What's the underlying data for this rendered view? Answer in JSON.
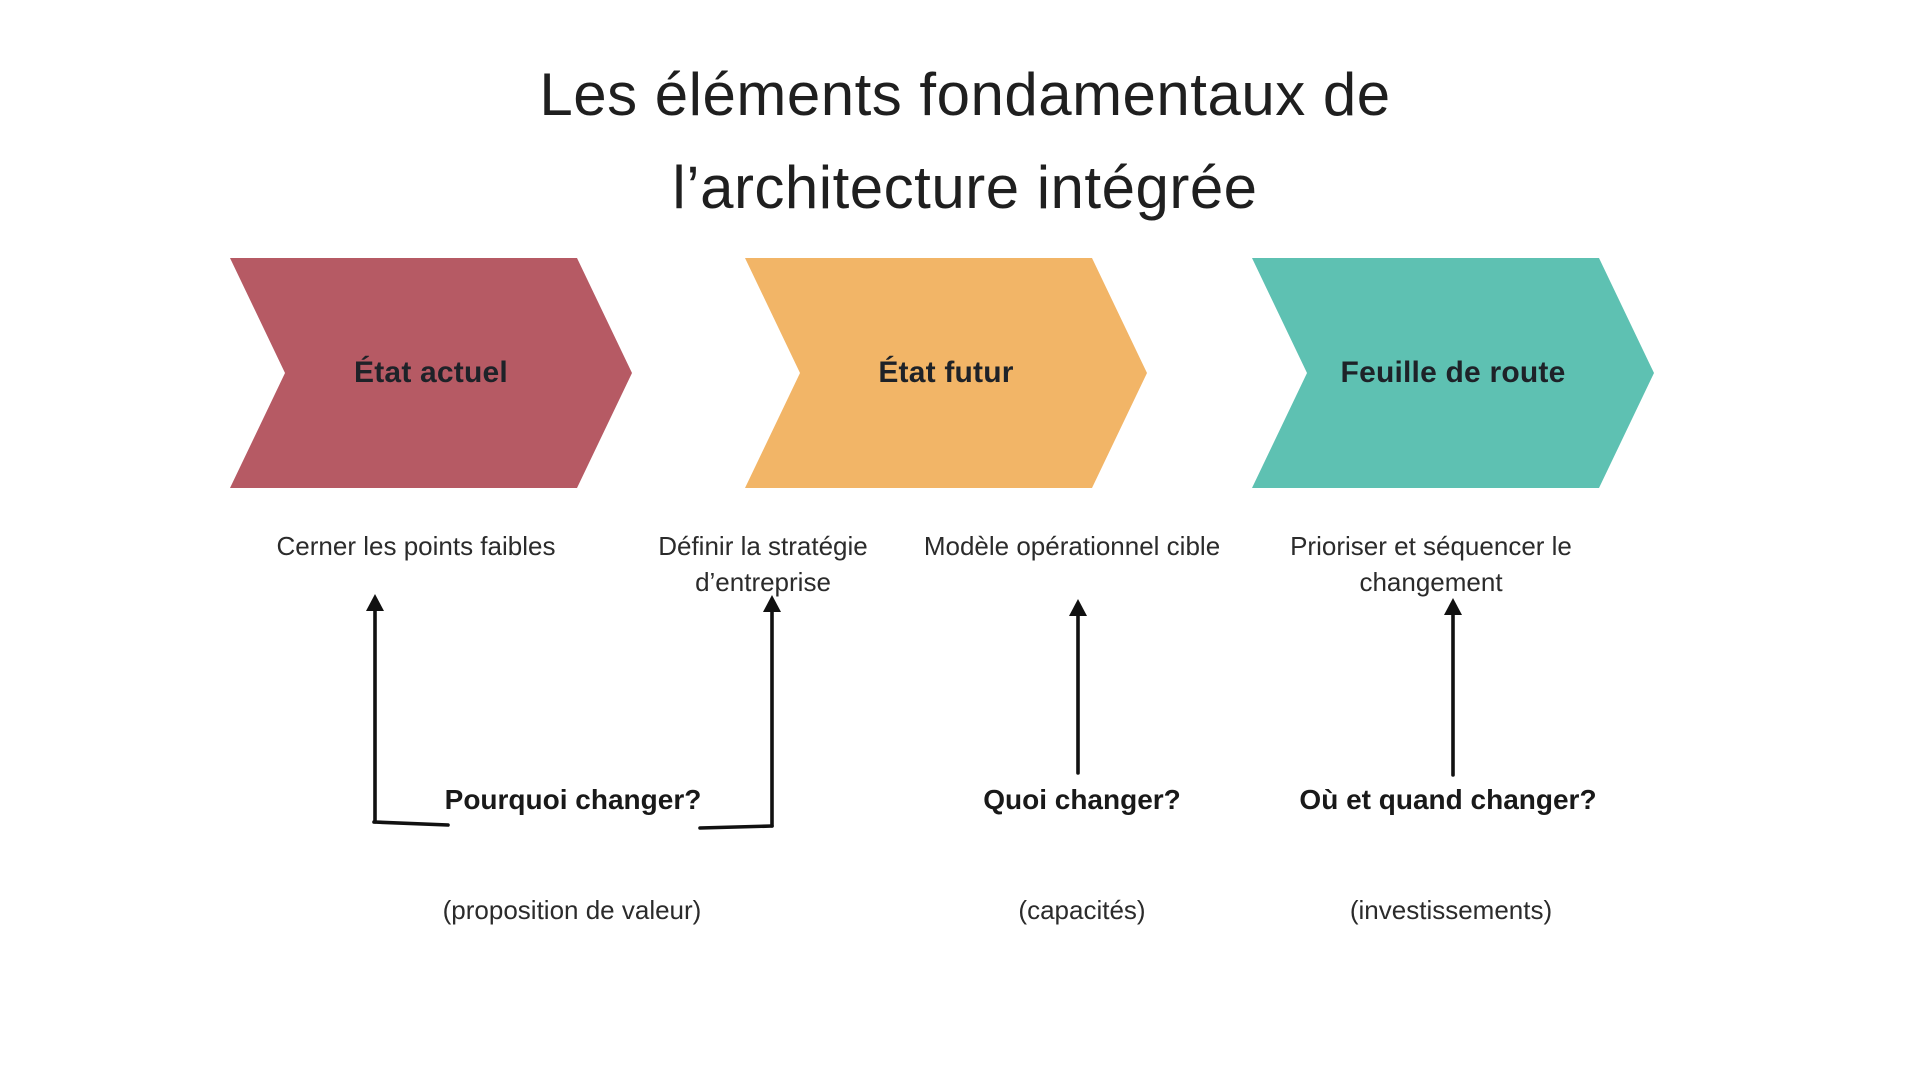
{
  "page": {
    "background": "#ffffff",
    "arrow_color": "#111111"
  },
  "title": {
    "line1": "Les éléments fondamentaux de",
    "line2": "l’architecture intégrée"
  },
  "chevrons": [
    {
      "label": "État actuel",
      "color": "#b65a64"
    },
    {
      "label": "État futur",
      "color": "#f2b567"
    },
    {
      "label": "Feuille de route",
      "color": "#5ec1b2"
    }
  ],
  "descriptions": [
    {
      "text": "Cerner les points faibles"
    },
    {
      "text": "Définir la stratégie d’entreprise"
    },
    {
      "text": "Modèle opérationnel cible"
    },
    {
      "text": "Prioriser et séquencer le changement"
    }
  ],
  "questions": [
    {
      "label": "Pourquoi changer?",
      "sub": "(proposition de valeur)"
    },
    {
      "label": "Quoi changer?",
      "sub": "(capacités)"
    },
    {
      "label": "Où et quand changer?",
      "sub": "(investissements)"
    }
  ]
}
